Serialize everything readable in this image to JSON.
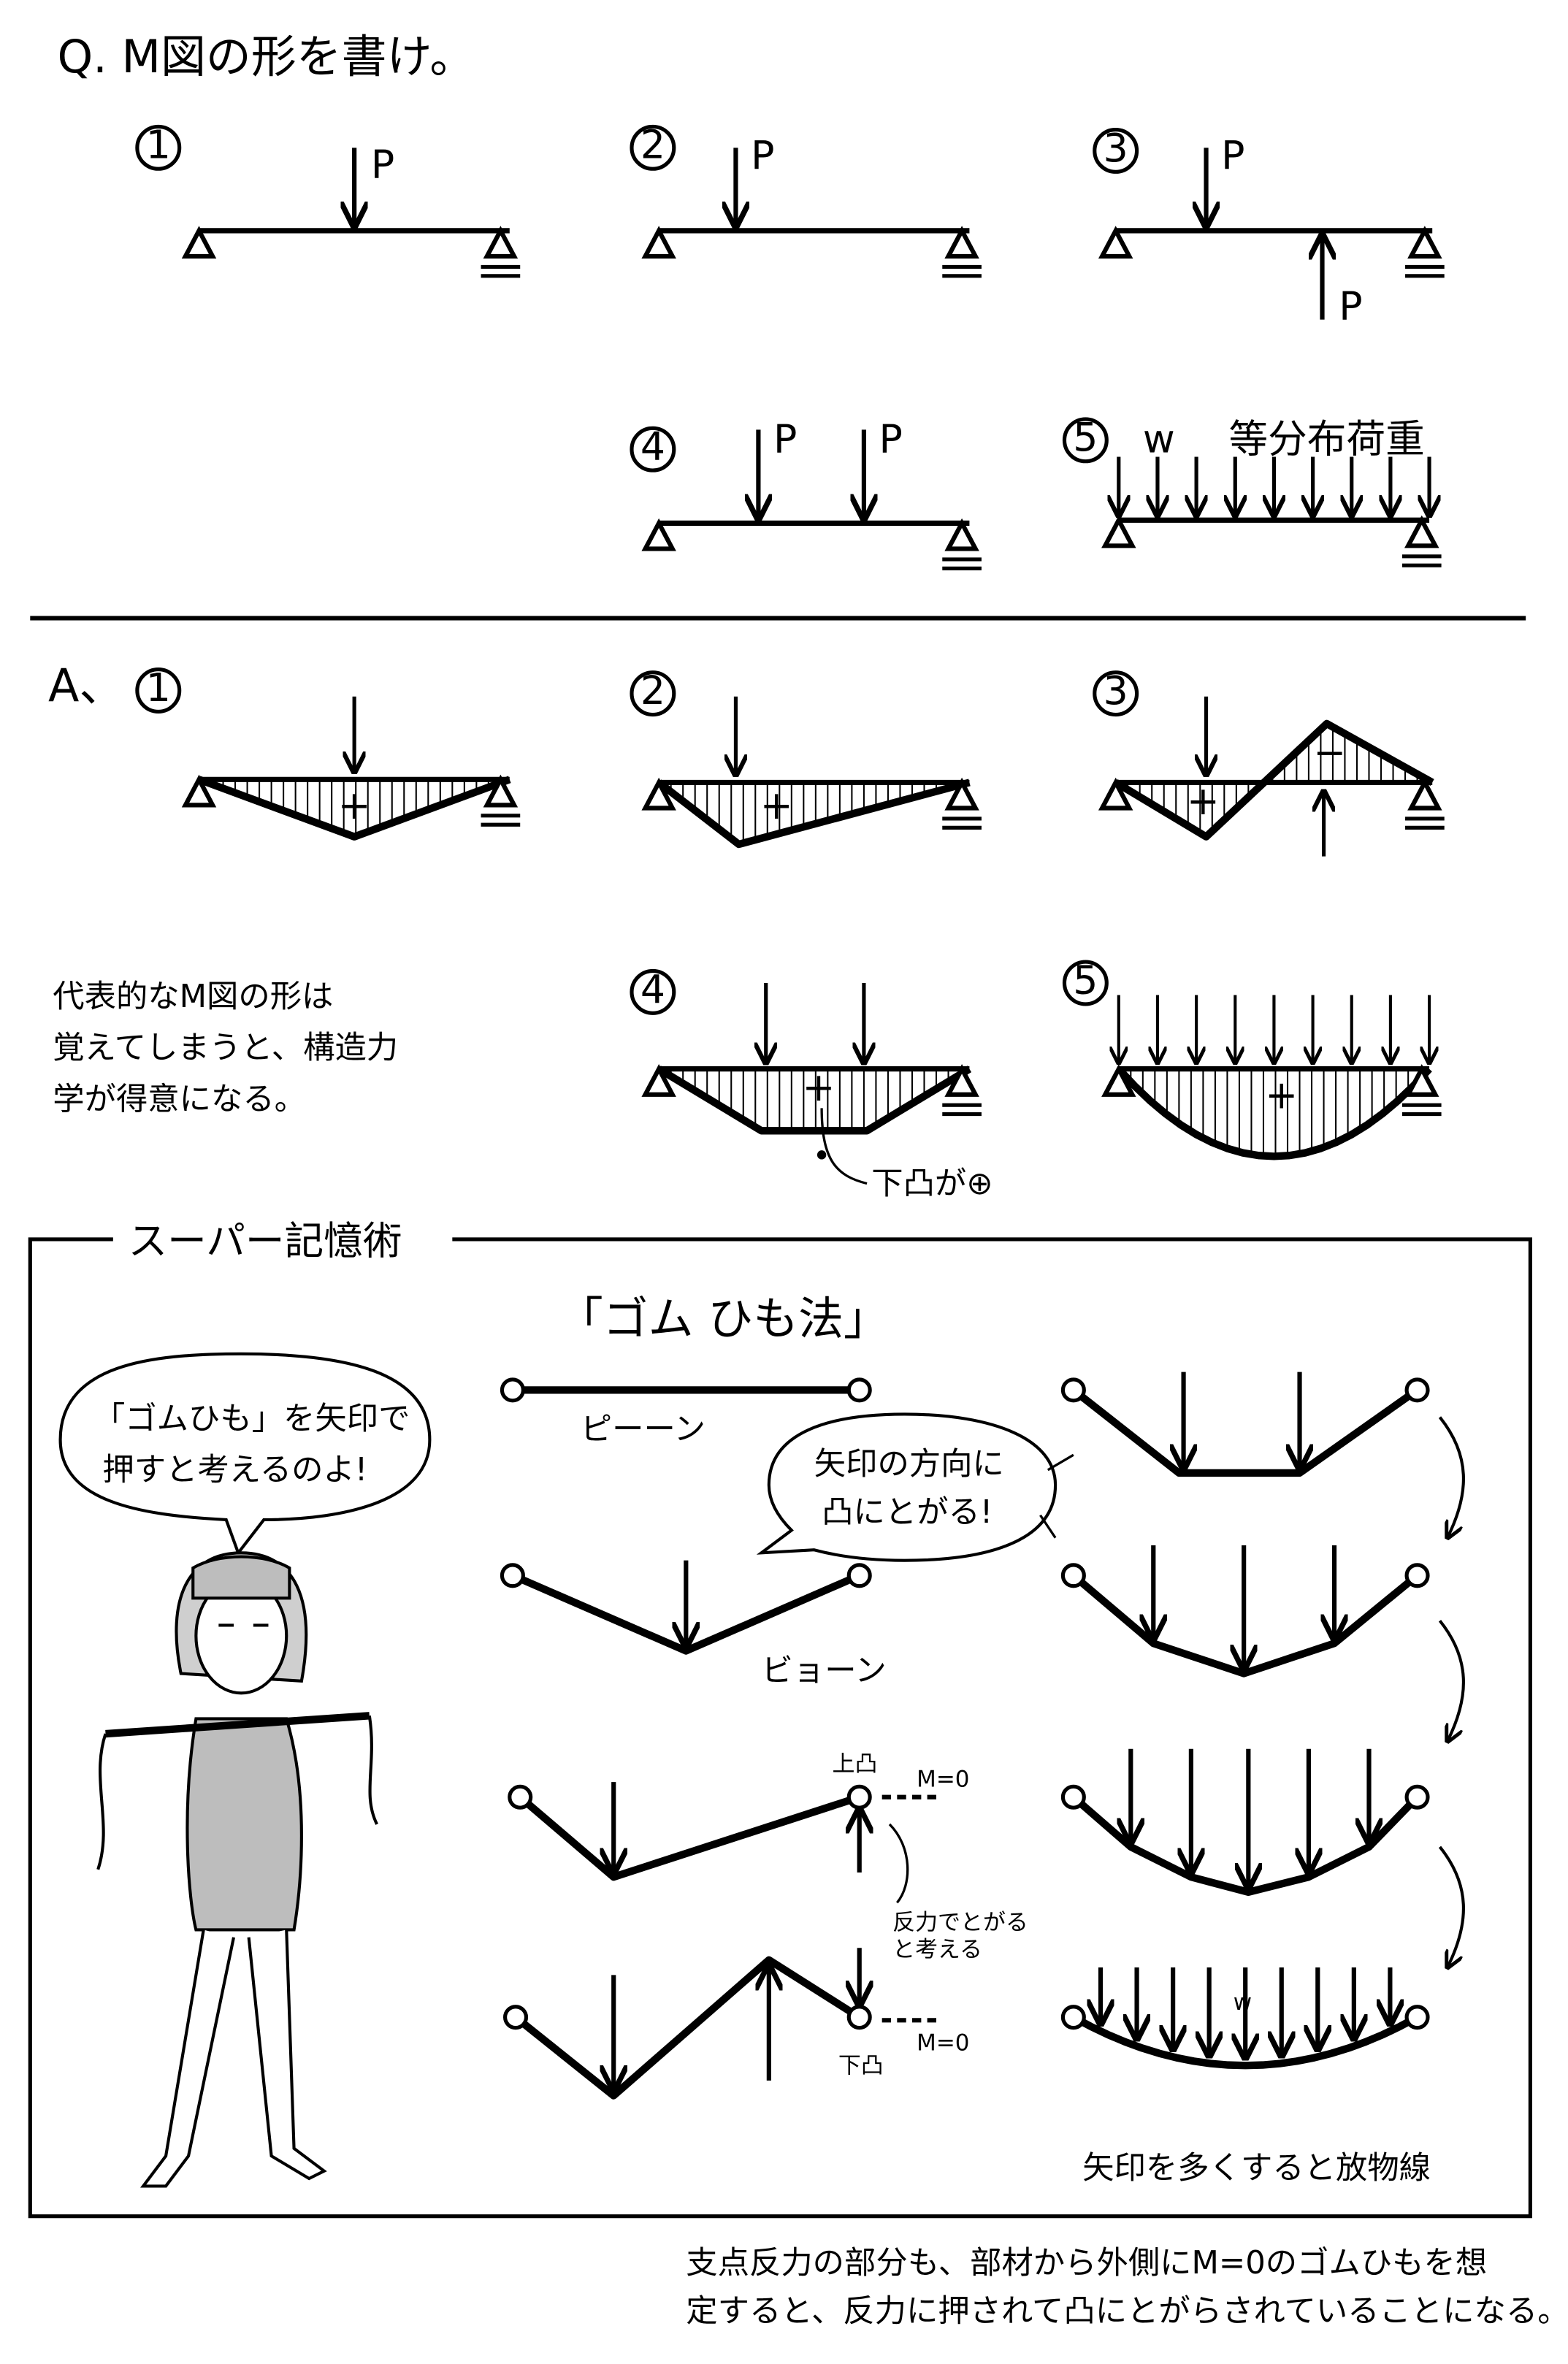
{
  "question": {
    "title": "Q. M図の形を書け。",
    "load_label": "P",
    "problems": [
      {
        "number": "1"
      },
      {
        "number": "2"
      },
      {
        "number": "3"
      },
      {
        "number": "4"
      },
      {
        "number": "5",
        "load_symbol": "w",
        "load_name": "等分布荷重"
      }
    ]
  },
  "answer": {
    "title": "A、",
    "plus": "+",
    "minus": "−",
    "problems": [
      {
        "number": "1"
      },
      {
        "number": "2"
      },
      {
        "number": "3"
      },
      {
        "number": "4",
        "annotation": "下凸が⊕"
      },
      {
        "number": "5"
      }
    ],
    "note_lines": [
      "代表的なM図の形は",
      "覚えてしまうと、構造力",
      "学が得意になる。"
    ]
  },
  "memory_box": {
    "title": "スーパー記憶術",
    "method_title": "「ゴム ひも法」",
    "bubble_left": [
      "「ゴムひも」を矢印で",
      "押すと考えるのよ!"
    ],
    "bubble_right": [
      "矢印の方向に",
      "凸にとがる!"
    ],
    "sfx_taut": "ピーーン",
    "sfx_stretch": "ビョーン",
    "upper_convex": "上凸",
    "lower_convex": "下凸",
    "m_zero": "M=0",
    "reaction_note": [
      "反力でとがる",
      "と考える"
    ],
    "load_symbol": "w",
    "parabola_note": "矢印を多くすると放物線"
  },
  "footer": {
    "lines": [
      "支点反力の部分も、部材から外側にM=0のゴムひもを想",
      "定すると、反力に押されて凸にとがらされていることになる。"
    ]
  }
}
